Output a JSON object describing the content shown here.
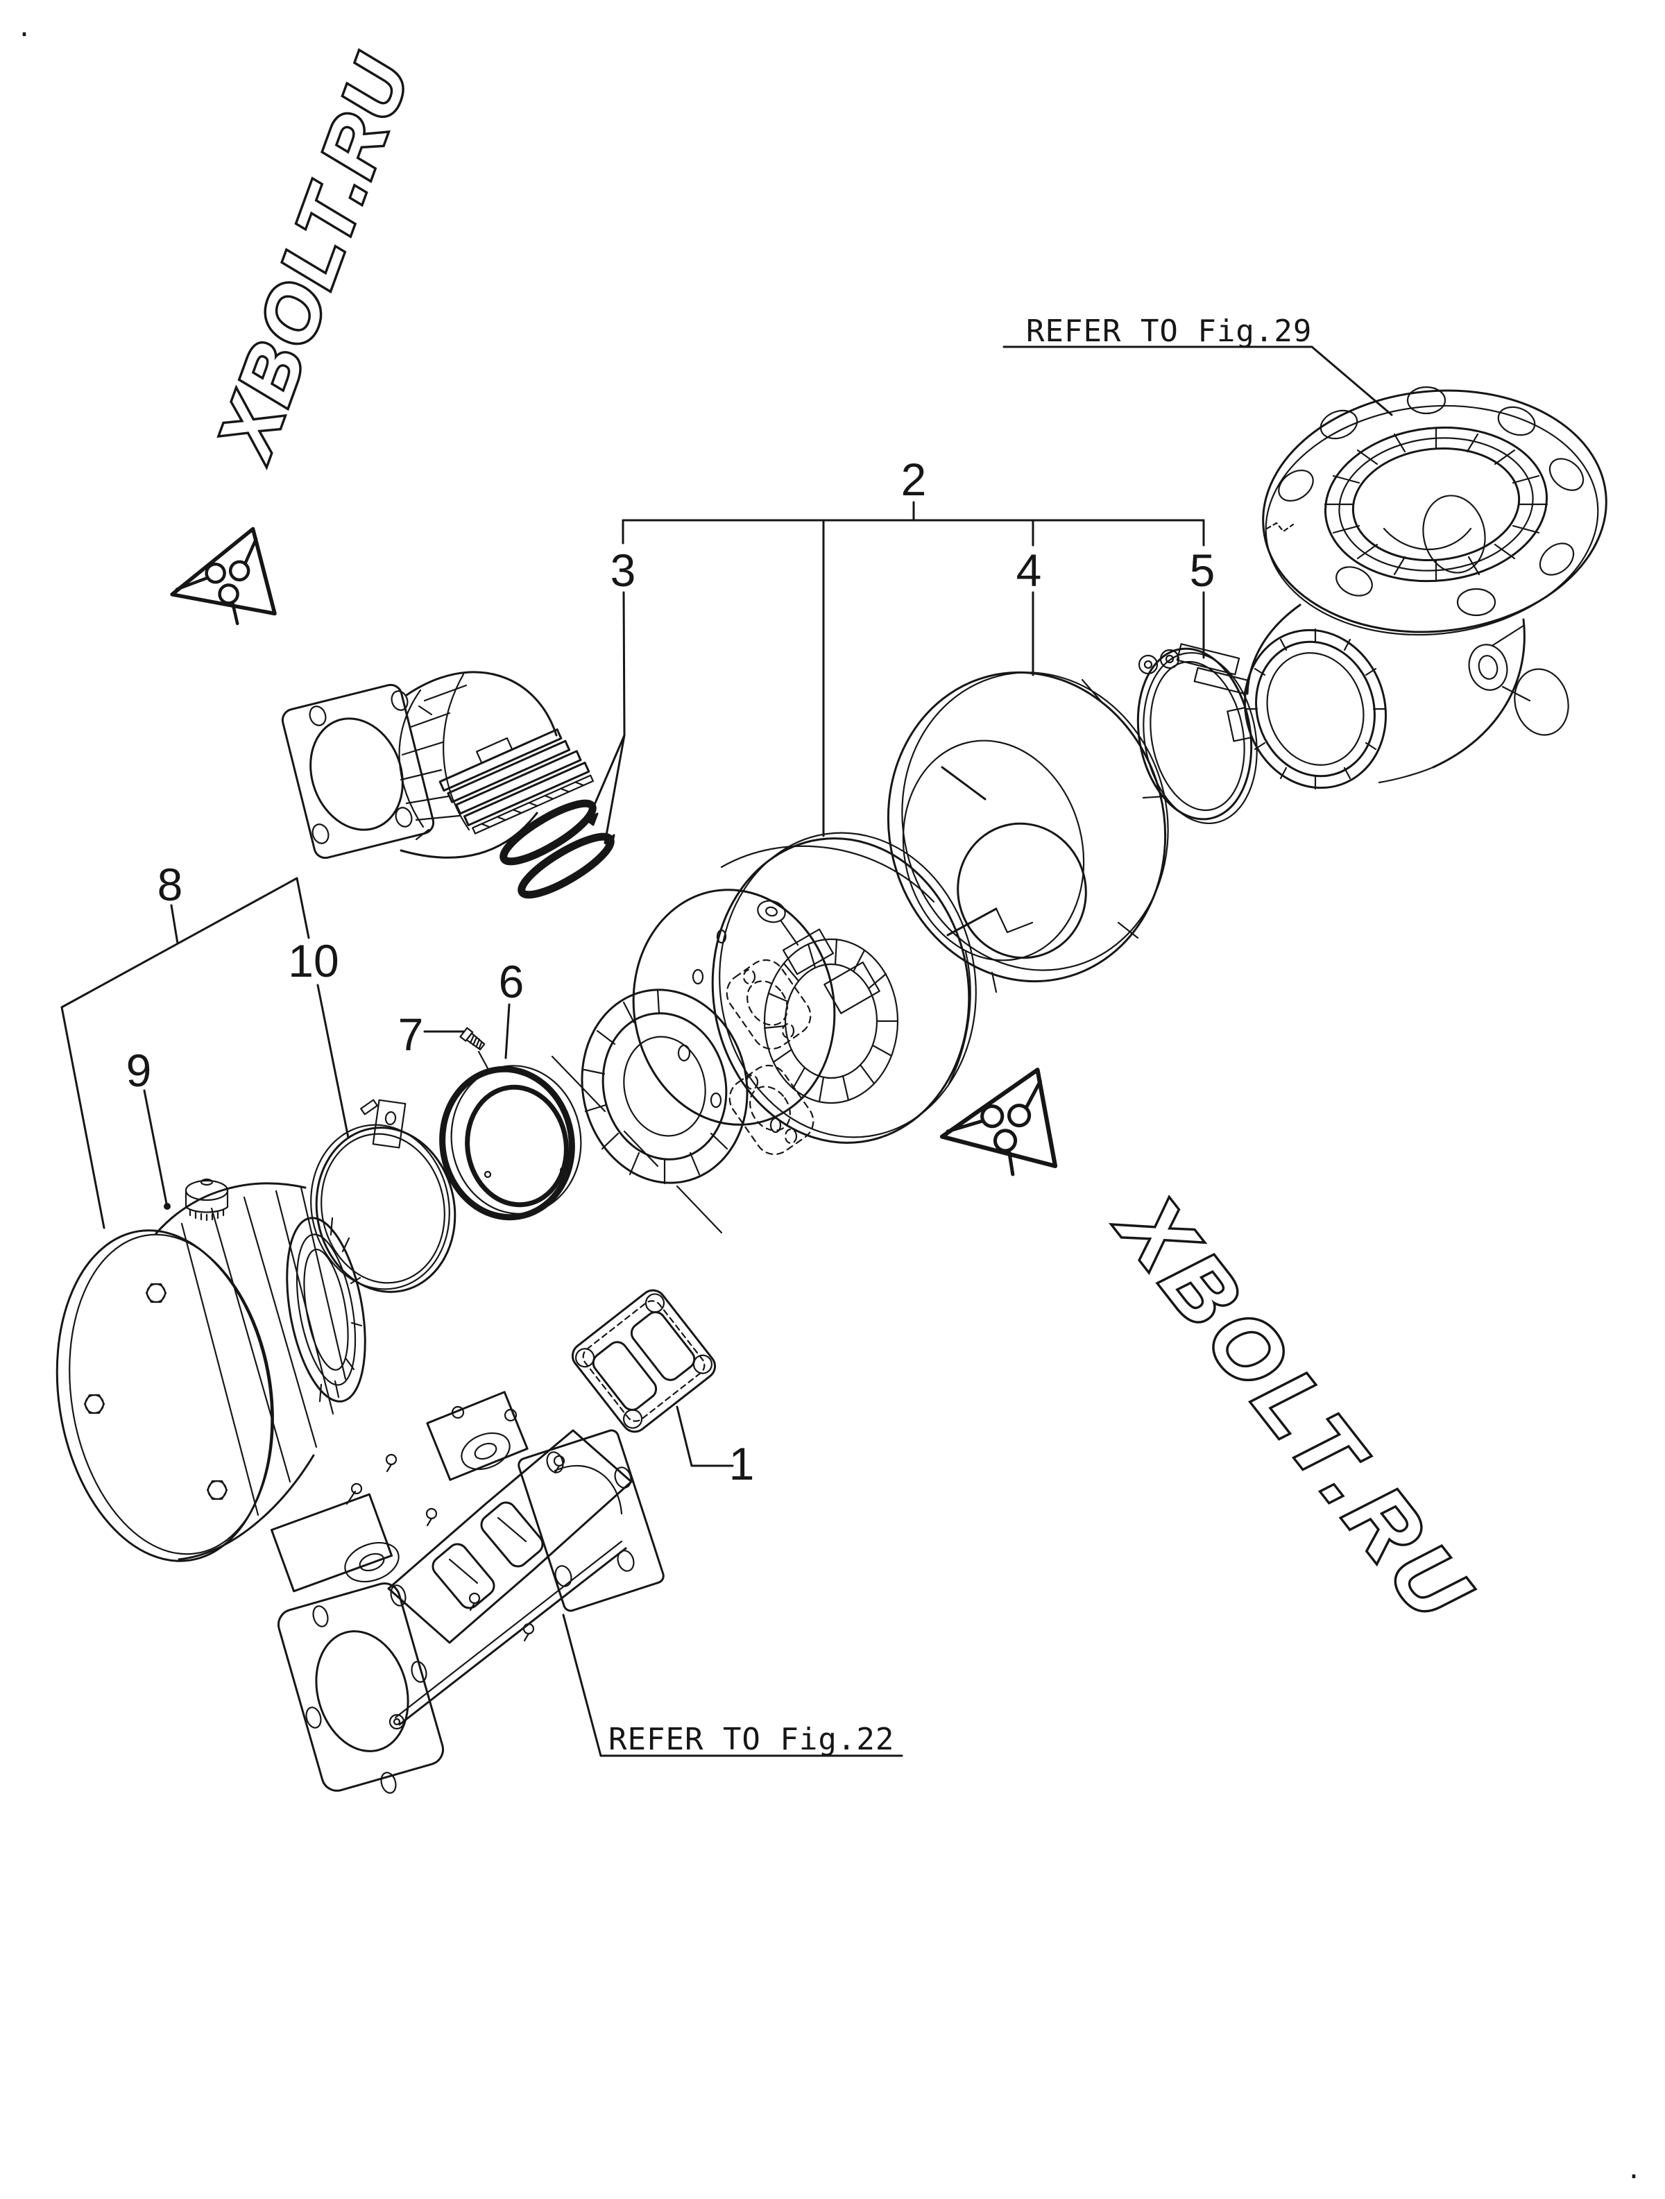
{
  "document": {
    "corner_mark_top_left": ".",
    "corner_mark_bottom_right": "."
  },
  "watermarks": {
    "brand_text": "XBOLT.RU"
  },
  "references": {
    "fig29": "REFER TO Fig.29",
    "fig22": "REFER TO Fig.22"
  },
  "callouts": {
    "c1": "1",
    "c2": "2",
    "c3": "3",
    "c4": "4",
    "c5": "5",
    "c6": "6",
    "c7": "7",
    "c8": "8",
    "c9": "9",
    "c10": "10"
  }
}
